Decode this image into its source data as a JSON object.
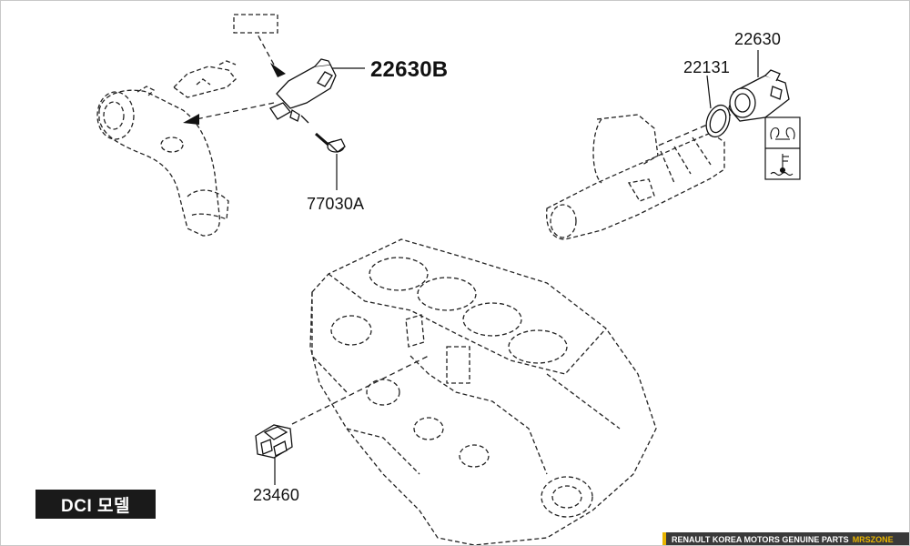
{
  "parts": {
    "main_part": "22630B",
    "bolt": "77030A",
    "temp_sensor": "22630",
    "o_ring": "22131",
    "block_sensor": "23460"
  },
  "model_badge": "DCI 모델",
  "footer": {
    "text": "RENAULT KOREA MOTORS GENUINE PARTS",
    "brand": "MRSZONE",
    "accent_color": "#e8b400"
  },
  "icons": [
    "oil-pressure-symbol-icon",
    "coolant-temperature-symbol-icon"
  ]
}
